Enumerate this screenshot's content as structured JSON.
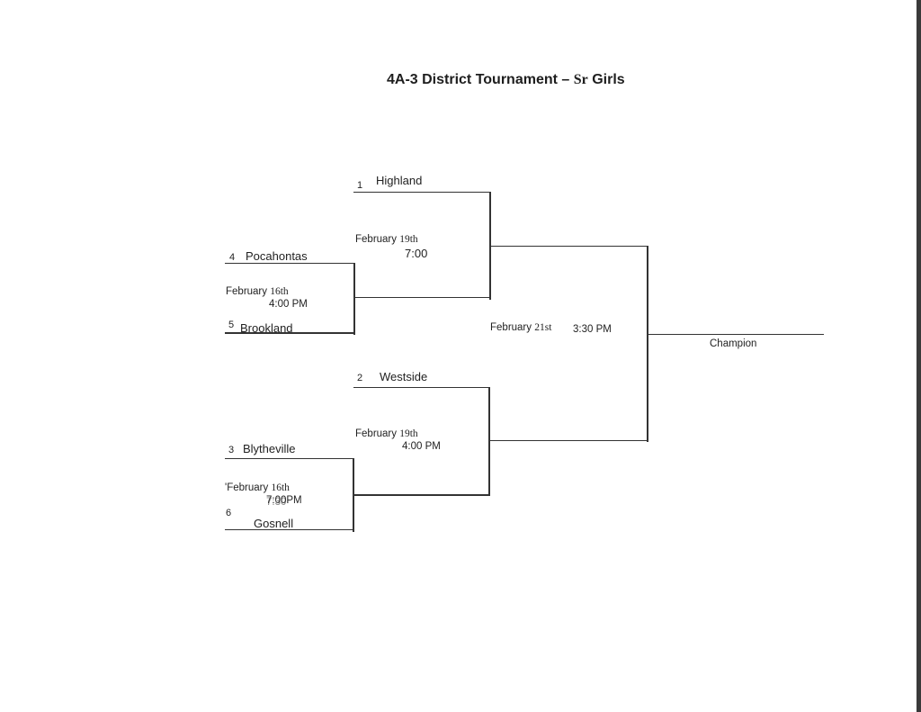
{
  "title": {
    "main": "4A-3 District Tournament –",
    "sr": "Sr",
    "suffix": "Girls"
  },
  "seeds": {
    "s1": "1",
    "s2": "2",
    "s3": "3",
    "s4": "4",
    "s5": "5",
    "s6": "6"
  },
  "teams": {
    "highland": "Highland",
    "pocahontas": "Pocahontas",
    "brookland": "Brookland",
    "westside": "Westside",
    "blytheville": "Blytheville",
    "gosnell": "Gosnell"
  },
  "games": {
    "g1": {
      "month": "February",
      "day": "16th",
      "time": "4:00 PM"
    },
    "g2": {
      "prefix": "'",
      "month": "February",
      "day": "16th",
      "time": "7:00PM",
      "overstrike": "7:30"
    },
    "g3": {
      "month": "February",
      "day": "19th",
      "time": "7:00"
    },
    "g4": {
      "month": "February",
      "day": "19th",
      "time": "4:00 PM"
    },
    "final": {
      "month": "February",
      "day": "21st",
      "time": "3:30 PM"
    }
  },
  "champion": "Champion"
}
